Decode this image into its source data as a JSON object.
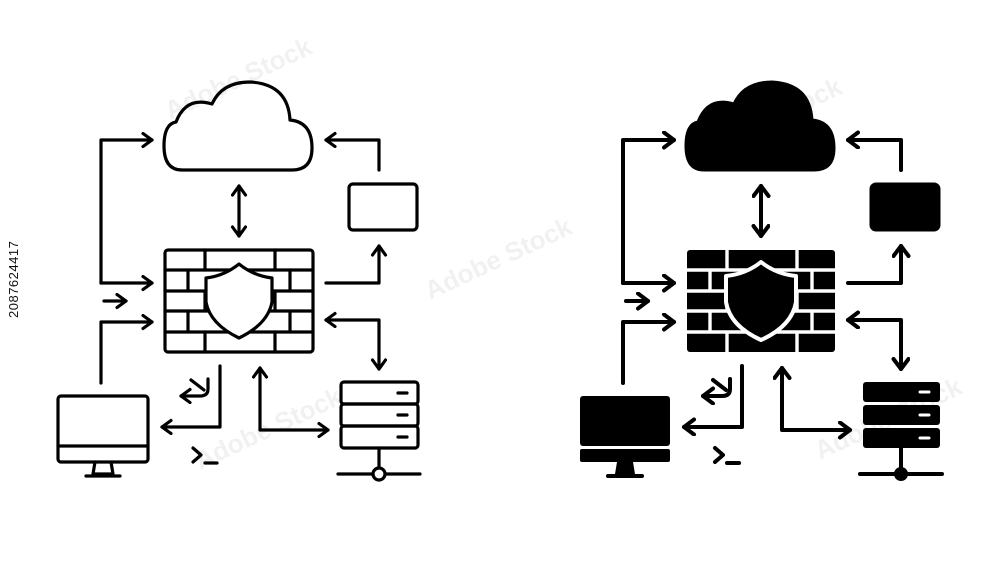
{
  "stock_id": "2087624417",
  "watermark": "Adobe Stock",
  "icons": [
    {
      "variant": "outline",
      "parts": [
        "cloud-icon",
        "firewall-icon",
        "shield-icon",
        "monitor-icon",
        "server-icon",
        "window-icon",
        "terminal-prompt-icon"
      ]
    },
    {
      "variant": "solid",
      "parts": [
        "cloud-icon",
        "firewall-icon",
        "shield-icon",
        "monitor-icon",
        "server-icon",
        "window-icon",
        "terminal-prompt-icon"
      ]
    }
  ],
  "colors": {
    "ink": "#000000",
    "background": "#ffffff"
  }
}
